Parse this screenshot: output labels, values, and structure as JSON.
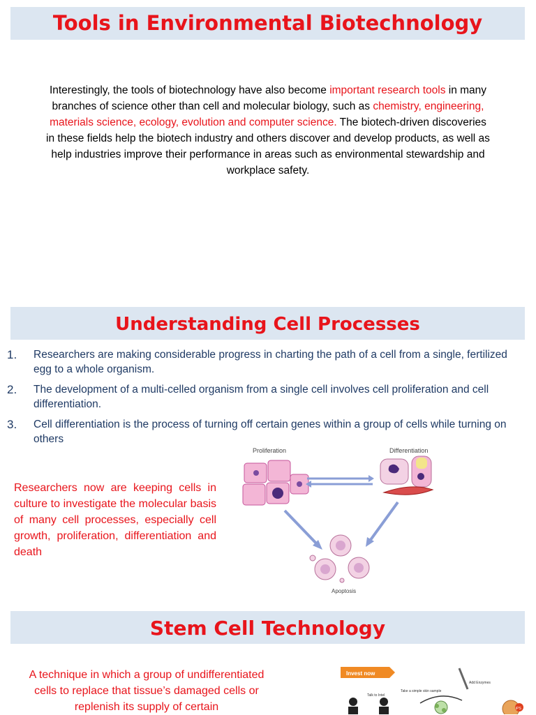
{
  "section1": {
    "title": "Tools in Environmental Biotechnology",
    "paragraph": [
      {
        "text": "Interestingly, the tools of biotechnology have also become ",
        "red": false
      },
      {
        "text": "important research tools",
        "red": true
      },
      {
        "text": " in many branches of science other than cell and molecular biology, such as ",
        "red": false
      },
      {
        "text": "chemistry, engineering, materials science, ecology, evolution and computer science.",
        "red": true
      },
      {
        "text": " The biotech-driven discoveries in these fields help the biotech industry and others discover and develop products, as well as help industries improve their performance in areas such as environmental stewardship and workplace safety.",
        "red": false
      }
    ]
  },
  "section2": {
    "title": "Understanding Cell Processes",
    "points": [
      {
        "num": "1.",
        "text": "Researchers are making considerable progress in charting the path of a cell from a single, fertilized egg to a whole organism."
      },
      {
        "num": "2.",
        "text": "The development of a multi-celled organism from a single cell involves cell proliferation and cell differentiation."
      },
      {
        "num": "3.",
        "text": "Cell differentiation is the process of turning off certain genes within a group of cells while turning on others"
      }
    ],
    "culture_text": "Researchers now are keeping cells in culture to investigate the molecular basis of many cell processes, especially cell growth, proliferation, differentiation and death",
    "diagram": {
      "proliferation": "Proliferation",
      "differentiation": "Differentiation",
      "apoptosis": "Apoptosis"
    }
  },
  "section3": {
    "title": "Stem Cell Technology",
    "text": "A technique in which a group of undifferentiated cells to replace that tissue’s damaged cells or replenish its supply of certain",
    "figure": {
      "banner": "Invest now",
      "label_talk": "Talk to Intel",
      "label_sample": "Take a simple skin sample",
      "label_enzymes": "Add Enzymes",
      "label_ips": "iPS"
    }
  }
}
